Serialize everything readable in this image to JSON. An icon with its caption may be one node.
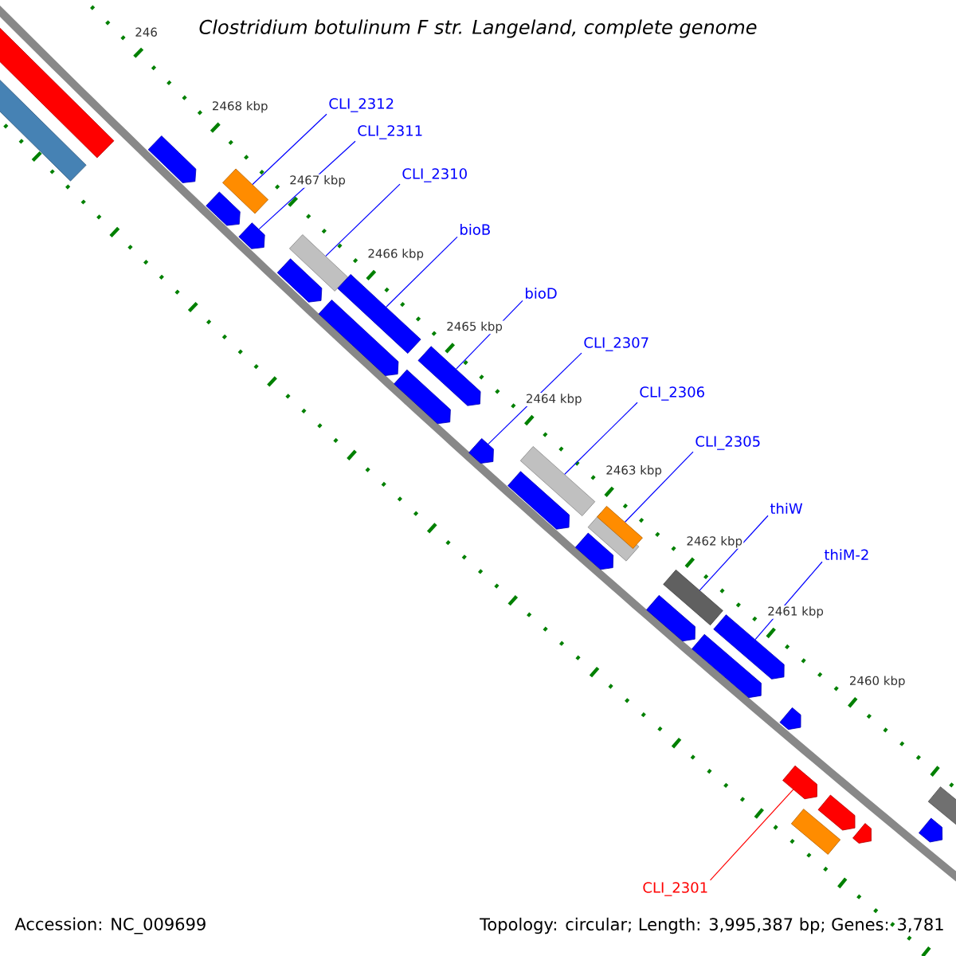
{
  "diagram": {
    "title": "Clostridium botulinum F str. Langeland, complete genome",
    "nodes": [
      {
        "text": [],
        "shape": "bar"
      },
      {
        "text": [],
        "shape": "bar"
      },
      {
        "text": [],
        "shape": "pentagon"
      },
      {
        "text": [],
        "shape": "pentagon"
      },
      {
        "text": [],
        "shape": "box"
      },
      {
        "text": [],
        "shape": "pentagon"
      },
      {
        "text": [],
        "shape": "box"
      },
      {
        "text": [],
        "shape": "pentagon"
      },
      {
        "text": [],
        "shape": "box"
      },
      {
        "text": [],
        "shape": "pentagon"
      },
      {
        "text": [],
        "shape": "pentagon"
      },
      {
        "text": [],
        "shape": "pentagon"
      },
      {
        "text": [],
        "shape": "pentagon"
      },
      {
        "text": [],
        "shape": "pentagon"
      },
      {
        "text": [],
        "shape": "box"
      },
      {
        "text": [],
        "shape": "box"
      },
      {
        "text": [],
        "shape": "box"
      },
      {
        "text": [],
        "shape": "pentagon"
      },
      {
        "text": [],
        "shape": "pentagon"
      },
      {
        "text": [],
        "shape": "box"
      },
      {
        "text": [],
        "shape": "pentagon"
      },
      {
        "text": [],
        "shape": "pentagon"
      },
      {
        "text": [],
        "shape": "pentagon"
      },
      {
        "text": [],
        "shape": "pentagon"
      },
      {
        "text": [],
        "shape": "box"
      },
      {
        "text": [],
        "shape": "pentagon"
      },
      {
        "text": [],
        "shape": "pentagon"
      },
      {
        "text": [],
        "shape": "pentagon"
      },
      {
        "text": [],
        "shape": "box"
      },
      {
        "text": [
          "CLI_2312"
        ]
      },
      {
        "text": [
          "CLI_2311"
        ]
      },
      {
        "text": [
          "CLI_2310"
        ]
      },
      {
        "text": [
          "bioB"
        ]
      },
      {
        "text": [
          "bioD"
        ]
      },
      {
        "text": [
          "CLI_2307"
        ]
      },
      {
        "text": [
          "CLI_2306"
        ]
      },
      {
        "text": [
          "CLI_2305"
        ]
      },
      {
        "text": [
          "thiW"
        ]
      },
      {
        "text": [
          "thiM-2"
        ]
      },
      {
        "text": [
          "CLI_2301"
        ]
      }
    ],
    "edges": [
      {
        "from": 29,
        "to": 4,
        "arrow": "none"
      },
      {
        "from": 30,
        "to": 5,
        "arrow": "none"
      },
      {
        "from": 31,
        "to": 6,
        "arrow": "none"
      },
      {
        "from": 32,
        "to": 8,
        "arrow": "none"
      },
      {
        "from": 33,
        "to": 10,
        "arrow": "none"
      },
      {
        "from": 34,
        "to": 12,
        "arrow": "none"
      },
      {
        "from": 35,
        "to": 14,
        "arrow": "none"
      },
      {
        "from": 36,
        "to": 16,
        "arrow": "none"
      },
      {
        "from": 37,
        "to": 19,
        "arrow": "none"
      },
      {
        "from": 38,
        "to": 21,
        "arrow": "none"
      },
      {
        "from": 39,
        "to": 23,
        "arrow": "none",
        "color": "#ff0000"
      }
    ],
    "labels": [
      "246",
      "2468 kbp",
      "2467 kbp",
      "2466 kbp",
      "2465 kbp",
      "2464 kbp",
      "2463 kbp",
      "2462 kbp",
      "2461 kbp",
      "2460 kbp",
      "Accession: NC_009699",
      "Topology: circular; Length: 3,995,387 bp; Genes: 3,781"
    ]
  }
}
